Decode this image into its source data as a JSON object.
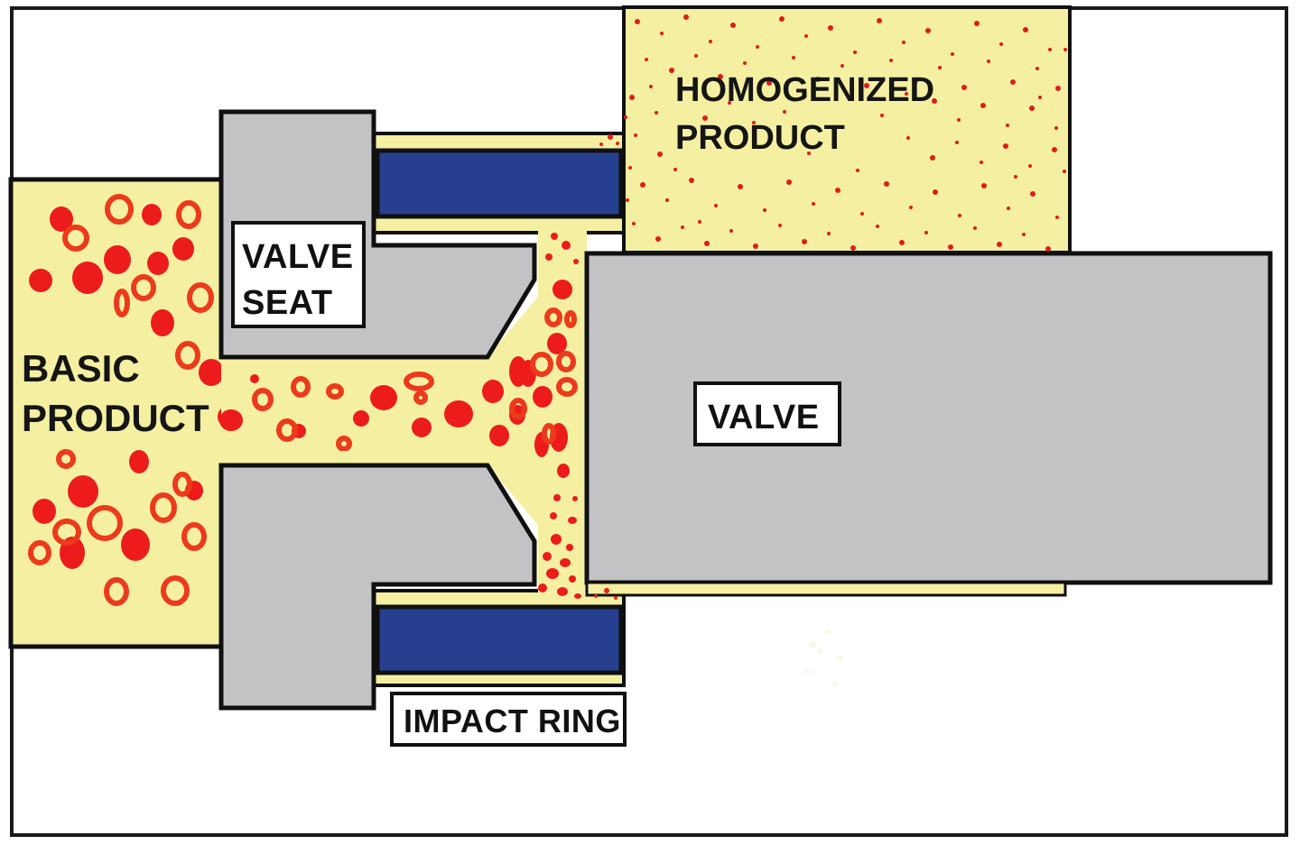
{
  "diagram": {
    "title": "Homogenizer Valve Cross-Section",
    "type": "technical-cross-section-diagram",
    "frame": {
      "border_color": "#1a1a1a",
      "background_color": "#ffffff"
    },
    "palette": {
      "product_fluid_yellow": "#F5F0A1",
      "metal_gray": "#C3C3C5",
      "impact_ring_blue": "#26408F",
      "particle_red": "#EC1C1C",
      "outline_black": "#101010",
      "label_box_white": "#FFFFFF"
    },
    "labels": {
      "basic_product_line1": "BASIC",
      "basic_product_line2": "PRODUCT",
      "homogenized_product_line1": "HOMOGENIZED",
      "homogenized_product_line2": "PRODUCT",
      "valve_seat_line1": "VALVE",
      "valve_seat_line2": "SEAT",
      "valve": "VALVE",
      "impact_ring": "IMPACT RING"
    },
    "regions": [
      {
        "name": "basic-product-chamber",
        "label": "BASIC PRODUCT",
        "fill": "#F5F0A1",
        "description": "Inlet chamber on the left holding large fat globules"
      },
      {
        "name": "homogenized-product-chamber",
        "label": "HOMOGENIZED PRODUCT",
        "fill": "#F5F0A1",
        "description": "Outlet chamber upper right holding fine dispersed particles"
      },
      {
        "name": "valve-seat-body",
        "label": "VALVE SEAT",
        "fill": "#C3C3C5",
        "description": "Stationary metal seat, upper and lower halves"
      },
      {
        "name": "valve-body",
        "label": "VALVE",
        "fill": "#C3C3C5",
        "description": "Movable valve head on the right side of the gap"
      },
      {
        "name": "impact-ring-upper",
        "label": "IMPACT RING",
        "fill": "#26408F",
        "description": "Upper blue impact ring"
      },
      {
        "name": "impact-ring-lower",
        "label": "IMPACT RING",
        "fill": "#26408F",
        "description": "Lower blue impact ring"
      }
    ],
    "particles": {
      "inlet_large_filled": "large solid red globules in the basic product chamber",
      "inlet_large_outlined": "large hollow red-outlined globules in the basic product chamber",
      "gap_medium": "medium globules squeezed through the narrow annular gap",
      "outlet_fine": "fine red specks dispersed in the homogenized product chamber"
    }
  }
}
